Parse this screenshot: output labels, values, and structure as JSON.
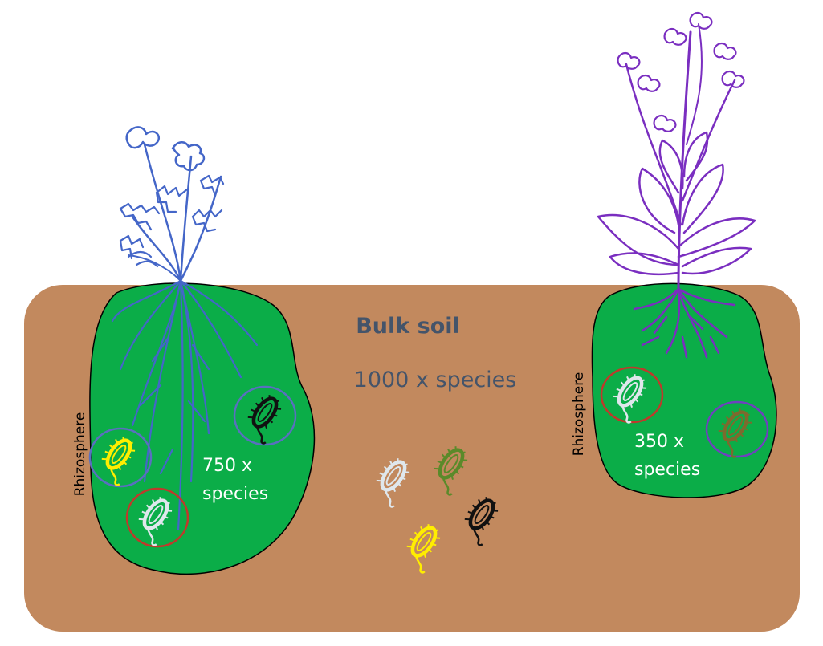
{
  "colors": {
    "background": "#ffffff",
    "soil": "#c2895e",
    "rhizosphere": "#0bad48",
    "left_plant": "#4466c8",
    "right_plant": "#7a2ec0",
    "title_text": "#44546a",
    "white_text": "#ffffff",
    "red_ring": "#c0392b",
    "blue_ring": "#5a6fc0",
    "purple_ring": "#7040c0",
    "bacteria_white": "#dfe7ec",
    "bacteria_yellow": "#ffee00",
    "bacteria_black": "#111111",
    "bacteria_green": "#5a8a2a",
    "bacteria_olive": "#7d6a2e"
  },
  "bulk_soil": {
    "title": "Bulk soil",
    "species": "1000 x species"
  },
  "left_rhizosphere": {
    "label": "Rhizosphere",
    "species_line1": "750 x",
    "species_line2": "species"
  },
  "right_rhizosphere": {
    "label": "Rhizosphere",
    "species_line1": "350 x",
    "species_line2": "species"
  },
  "icons": [
    "left-plant-icon",
    "right-plant-icon",
    "bacterium-icon"
  ]
}
